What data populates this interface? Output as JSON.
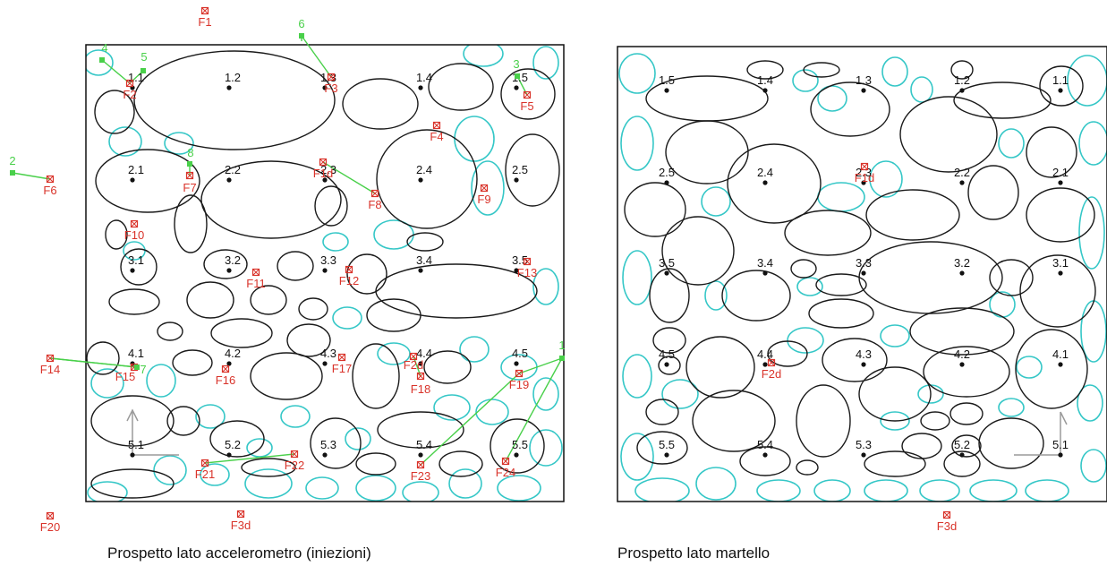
{
  "colors": {
    "stone": "#1a1a1a",
    "mortar": "#35c7c7",
    "flaw": "#d9342b",
    "sensor": "#49d04a",
    "point": "#111111",
    "axes": "#9a9a9a"
  },
  "left_panel": {
    "caption": "Prospetto lato accelerometro (iniezioni)",
    "points": [
      "1.1",
      "1.2",
      "1.3",
      "1.4",
      "1.5",
      "2.1",
      "2.2",
      "2.3",
      "2.4",
      "2.5",
      "3.1",
      "3.2",
      "3.3",
      "3.4",
      "3.5",
      "4.1",
      "4.2",
      "4.3",
      "4.4",
      "4.5",
      "5.1",
      "5.2",
      "5.3",
      "5.4",
      "5.5"
    ],
    "flaws": [
      "F1",
      "F2",
      "F3",
      "F4",
      "F5",
      "F6",
      "F7",
      "F1d",
      "F8",
      "F9",
      "F10",
      "F11",
      "F12",
      "F13",
      "F14",
      "F15",
      "F16",
      "F17",
      "F2d",
      "F18",
      "F19",
      "F20",
      "F21",
      "F22",
      "F23",
      "F24",
      "F3d"
    ],
    "sensors": [
      "4",
      "5",
      "6",
      "3",
      "2",
      "8",
      "7",
      "1"
    ]
  },
  "right_panel": {
    "caption": "Prospetto lato martello",
    "points": [
      "1.5",
      "1.4",
      "1.3",
      "1.2",
      "1.1",
      "2.5",
      "2.4",
      "2.3",
      "2.2",
      "2.1",
      "3.5",
      "3.4",
      "3.3",
      "3.2",
      "3.1",
      "4.5",
      "4.4",
      "4.3",
      "4.2",
      "4.1",
      "5.5",
      "5.4",
      "5.3",
      "5.2",
      "5.1"
    ],
    "flaws": [
      "F1d",
      "F2d",
      "F3d"
    ]
  }
}
